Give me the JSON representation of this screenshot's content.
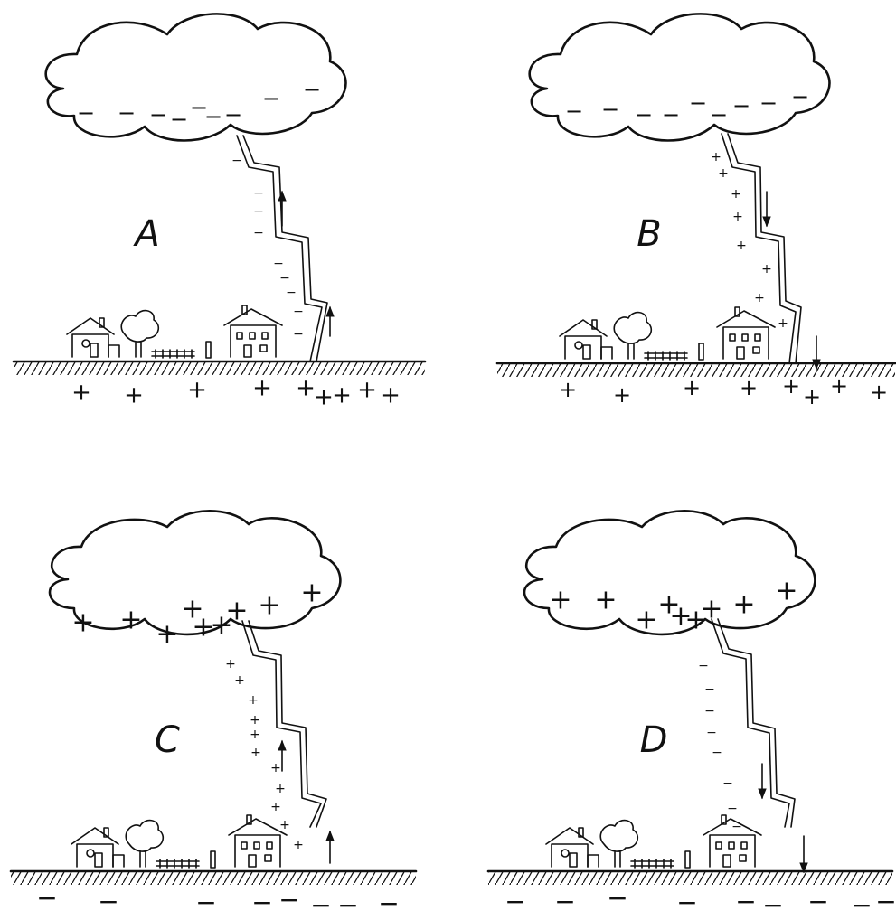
{
  "panels": [
    {
      "label": "A",
      "cloud_charge": "−",
      "channel_charge": "−",
      "ground_charge": "+",
      "stroke_direction": "up"
    },
    {
      "label": "B",
      "cloud_charge": "−",
      "channel_charge": "+",
      "ground_charge": "+",
      "stroke_direction": "down"
    },
    {
      "label": "C",
      "cloud_charge": "+",
      "channel_charge": "+",
      "ground_charge": "−",
      "stroke_direction": "up"
    },
    {
      "label": "D",
      "cloud_charge": "+",
      "channel_charge": "−",
      "ground_charge": "−",
      "stroke_direction": "down"
    }
  ]
}
